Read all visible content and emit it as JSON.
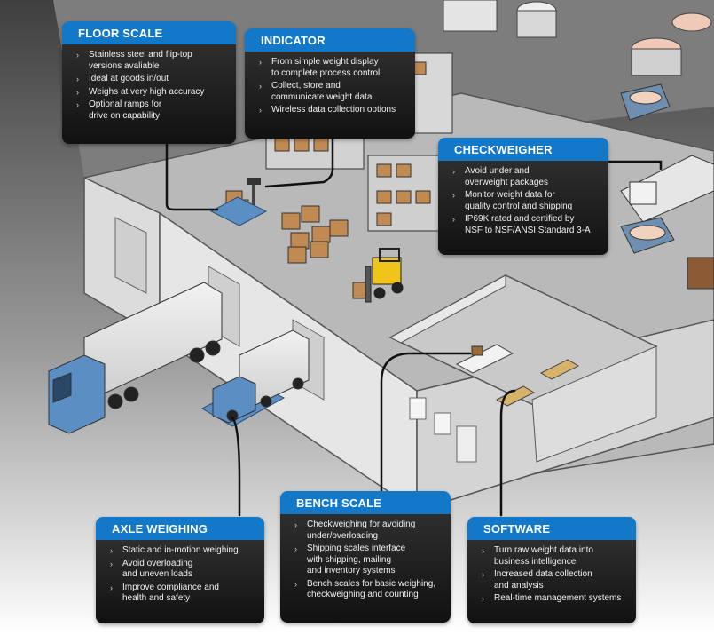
{
  "cards": {
    "floor_scale": {
      "title": "FLOOR SCALE",
      "items": [
        "Stainless steel and flip-top\nversions avaliable",
        "Ideal at goods in/out",
        "Weighs at very high accuracy",
        "Optional ramps for\ndrive on capability"
      ]
    },
    "indicator": {
      "title": "INDICATOR",
      "items": [
        "From simple weight display\nto complete process control",
        "Collect, store and\ncommunicate weight data",
        "Wireless data collection options"
      ]
    },
    "checkweigher": {
      "title": "CHECKWEIGHER",
      "items": [
        "Avoid under and\noverweight packages",
        "Monitor weight data for\nquality control and shipping",
        "IP69K rated and certified by\nNSF to NSF/ANSI Standard 3-A"
      ]
    },
    "axle_weighing": {
      "title": "AXLE WEIGHING",
      "items": [
        "Static and in-motion weighing",
        "Avoid overloading\nand uneven loads",
        "Improve compliance and\nhealth and safety"
      ]
    },
    "bench_scale": {
      "title": "BENCH SCALE",
      "items": [
        "Checkweighing for avoiding\nunder/overloading",
        "Shipping scales interface\nwith shipping, mailing\nand inventory systems",
        "Bench scales for basic weighing,\ncheckweighing and counting"
      ]
    },
    "software": {
      "title": "SOFTWARE",
      "items": [
        "Turn raw weight data into\nbusiness intelligence",
        "Increased data collection\nand analysis",
        "Real-time management systems"
      ]
    }
  },
  "bullet_glyph": "›",
  "colors": {
    "header_blue": "#1478c8",
    "card_dark": "#1a1a1a",
    "truck_blue": "#5b8fc4",
    "floor": "#b7b7b7",
    "roof": "#8c8c8c"
  }
}
